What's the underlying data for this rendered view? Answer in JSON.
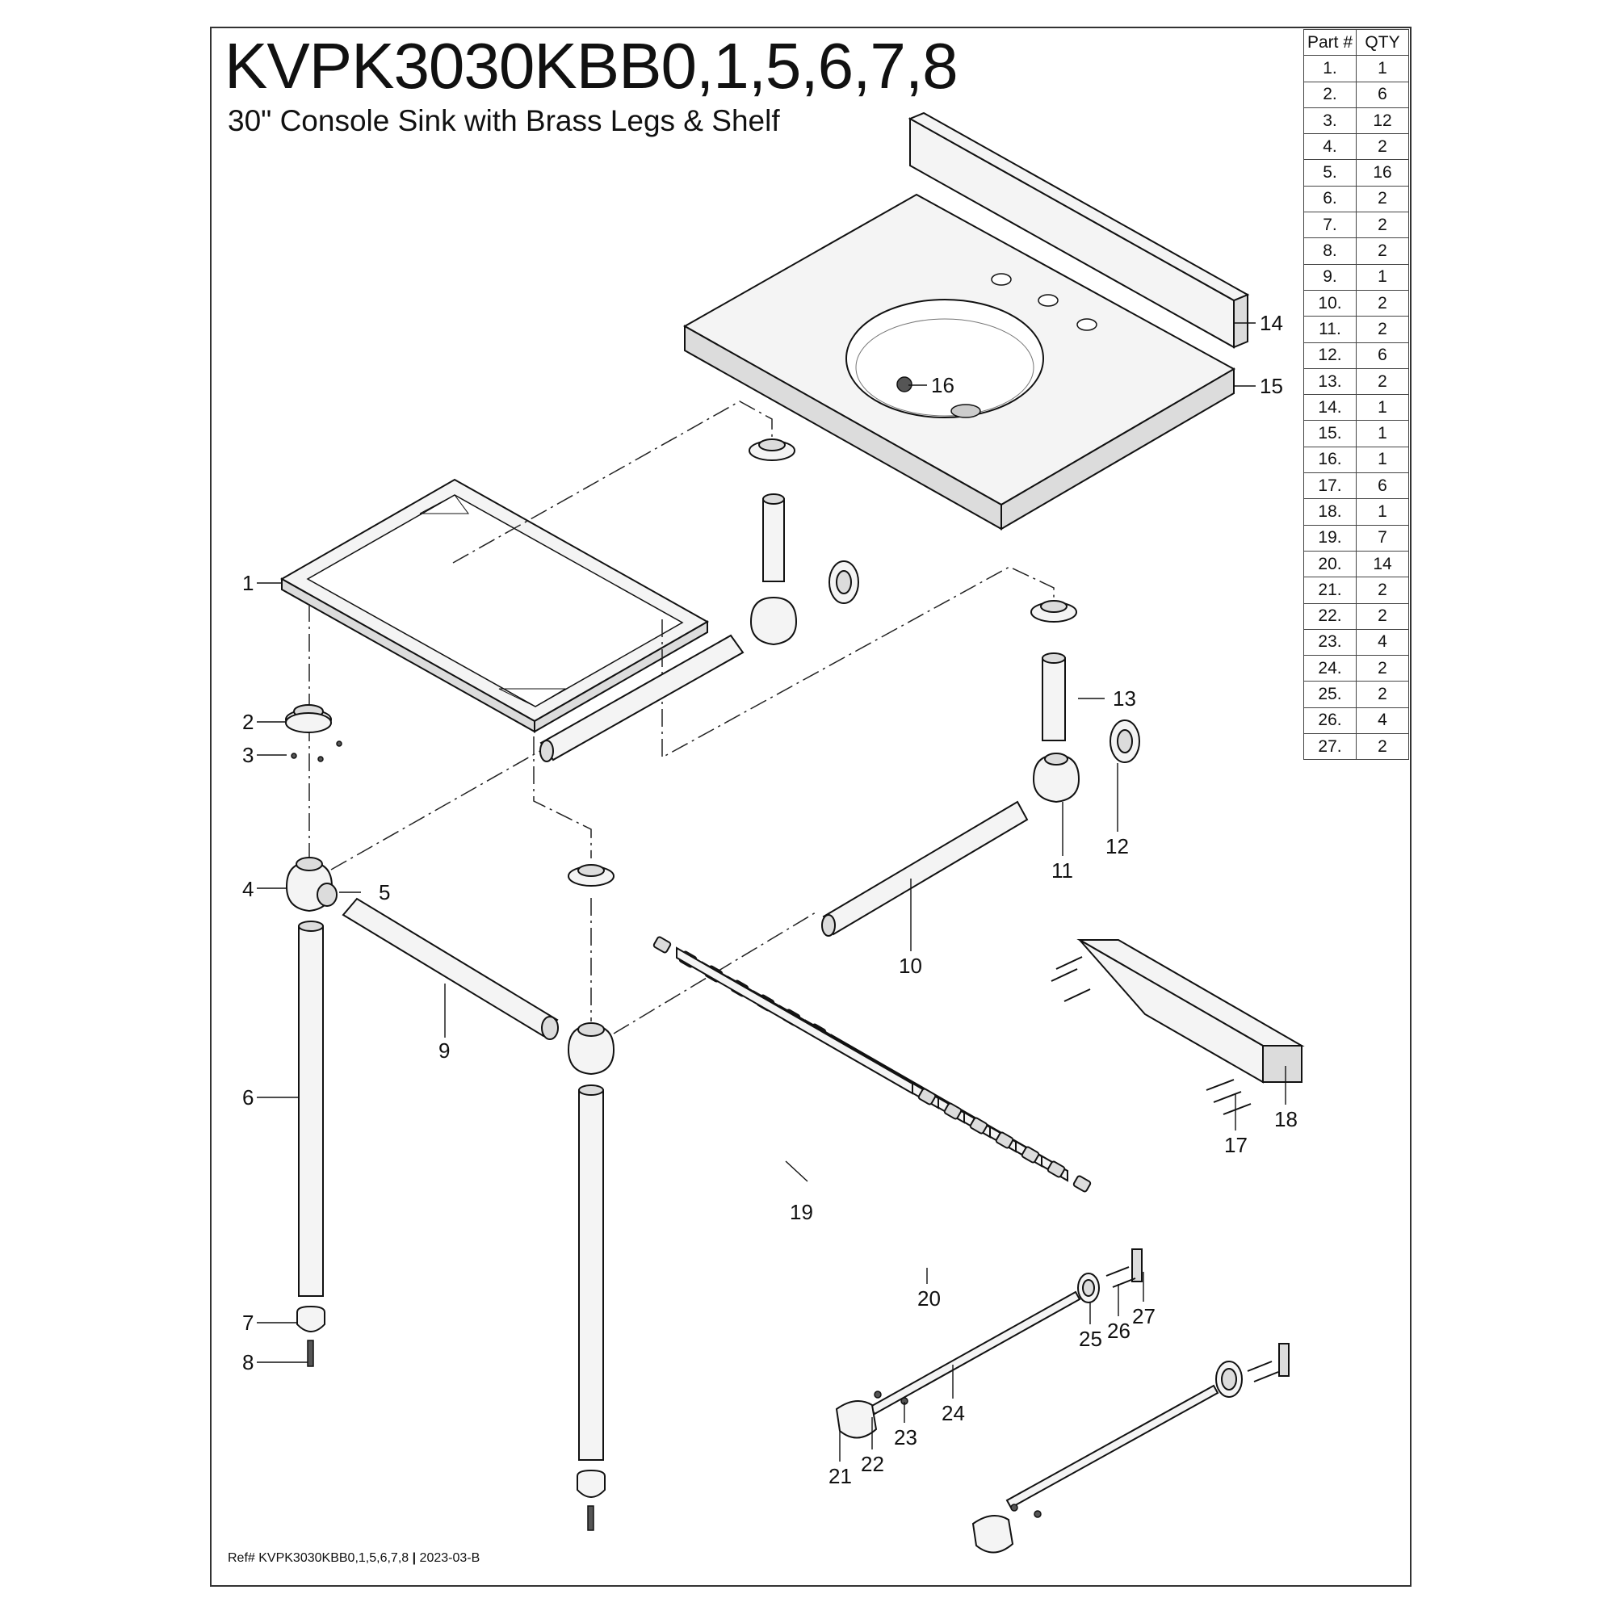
{
  "header": {
    "title": "KVPK3030KBB0,1,5,6,7,8",
    "subtitle": "30\" Console Sink with Brass Legs & Shelf"
  },
  "footer": {
    "ref_label": "Ref# KVPK3030KBB0,1,5,6,7,8",
    "separator": "|",
    "revision": "2023-03-B"
  },
  "parts_table": {
    "headers": [
      "Part #",
      "QTY"
    ],
    "rows": [
      [
        "1.",
        "1"
      ],
      [
        "2.",
        "6"
      ],
      [
        "3.",
        "12"
      ],
      [
        "4.",
        "2"
      ],
      [
        "5.",
        "16"
      ],
      [
        "6.",
        "2"
      ],
      [
        "7.",
        "2"
      ],
      [
        "8.",
        "2"
      ],
      [
        "9.",
        "1"
      ],
      [
        "10.",
        "2"
      ],
      [
        "11.",
        "2"
      ],
      [
        "12.",
        "6"
      ],
      [
        "13.",
        "2"
      ],
      [
        "14.",
        "1"
      ],
      [
        "15.",
        "1"
      ],
      [
        "16.",
        "1"
      ],
      [
        "17.",
        "6"
      ],
      [
        "18.",
        "1"
      ],
      [
        "19.",
        "7"
      ],
      [
        "20.",
        "14"
      ],
      [
        "21.",
        "2"
      ],
      [
        "22.",
        "2"
      ],
      [
        "23.",
        "4"
      ],
      [
        "24.",
        "2"
      ],
      [
        "25.",
        "2"
      ],
      [
        "26.",
        "4"
      ],
      [
        "27.",
        "2"
      ]
    ]
  },
  "callouts": {
    "p1": "1",
    "p2": "2",
    "p3": "3",
    "p4": "4",
    "p5": "5",
    "p6": "6",
    "p7": "7",
    "p8": "8",
    "p9": "9",
    "p10": "10",
    "p11": "11",
    "p12": "12",
    "p13": "13",
    "p14": "14",
    "p15": "15",
    "p16": "16",
    "p17": "17",
    "p18": "18",
    "p19": "19",
    "p20": "20",
    "p21": "21",
    "p22": "22",
    "p23": "23",
    "p24": "24",
    "p25": "25",
    "p26": "26",
    "p27": "27"
  }
}
